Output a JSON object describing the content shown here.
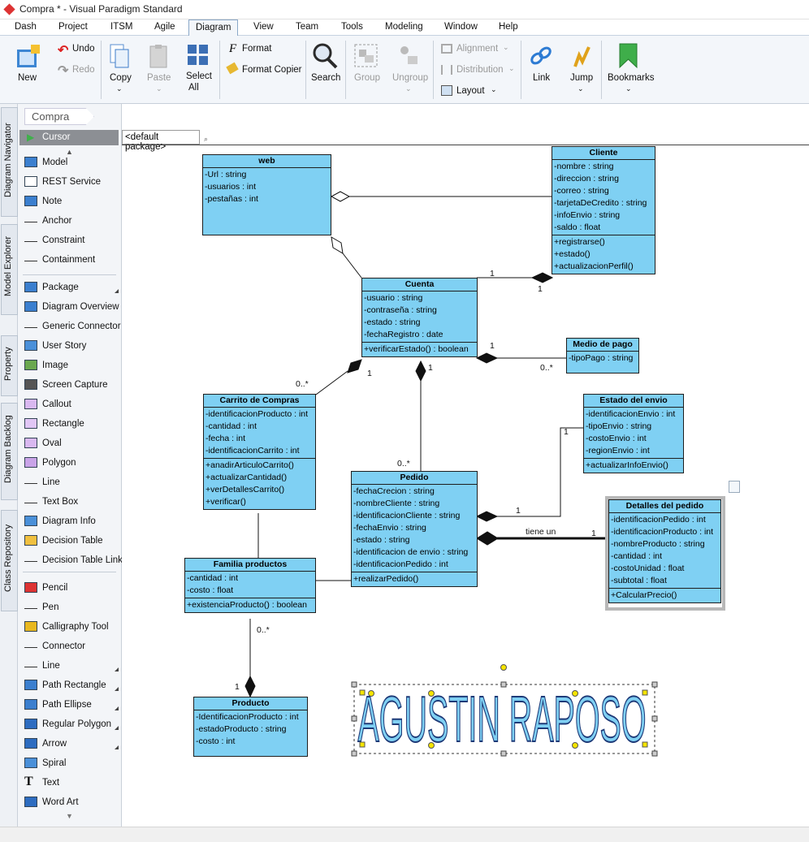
{
  "window": {
    "title": "Compra * - Visual Paradigm Standard"
  },
  "menu": [
    "Dash",
    "Project",
    "ITSM",
    "Agile",
    "Diagram",
    "View",
    "Team",
    "Tools",
    "Modeling",
    "Window",
    "Help"
  ],
  "ribbon": {
    "new": "New",
    "undo": "Undo",
    "redo": "Redo",
    "copy": "Copy",
    "paste": "Paste",
    "select_all_1": "Select",
    "select_all_2": "All",
    "format": "Format",
    "format_copier": "Format Copier",
    "search": "Search",
    "group": "Group",
    "ungroup": "Ungroup",
    "alignment": "Alignment",
    "distribution": "Distribution",
    "layout": "Layout",
    "link": "Link",
    "jump": "Jump",
    "bookmarks": "Bookmarks"
  },
  "sidetabs": [
    "Diagram Navigator",
    "Model Explorer",
    "Property",
    "Diagram Backlog",
    "Class Repository"
  ],
  "breadcrumb": "Compra",
  "palette": {
    "cursor": "Cursor",
    "items": [
      "Model",
      "REST Service",
      "Note",
      "Anchor",
      "Constraint",
      "Containment",
      "Package",
      "Diagram Overview",
      "Generic Connector",
      "User Story",
      "Image",
      "Screen Capture",
      "Callout",
      "Rectangle",
      "Oval",
      "Polygon",
      "Line",
      "Text Box",
      "Diagram Info",
      "Decision Table",
      "Decision Table Link",
      "Pencil",
      "Pen",
      "Calligraphy Tool",
      "Connector",
      "Line",
      "Path Rectangle",
      "Path Ellipse",
      "Regular Polygon",
      "Arrow",
      "Spiral",
      "Text",
      "Word Art"
    ]
  },
  "package": "<default package>",
  "classes": {
    "web": {
      "name": "web",
      "attrs": [
        "-Url : string",
        "-usuarios : int",
        "-pestañas : int"
      ],
      "ops": []
    },
    "cliente": {
      "name": "Cliente",
      "attrs": [
        "-nombre : string",
        "-direccion : string",
        "-correo : string",
        "-tarjetaDeCredito : string",
        "-infoEnvio : string",
        "-saldo : float"
      ],
      "ops": [
        "+registrarse()",
        "+estado()",
        "+actualizacionPerfil()"
      ]
    },
    "cuenta": {
      "name": "Cuenta",
      "attrs": [
        "-usuario : string",
        "-contraseña : string",
        "-estado : string",
        "-fechaRegistro : date"
      ],
      "ops": [
        "+verificarEstado() : boolean"
      ]
    },
    "medio": {
      "name": "Medio de pago",
      "attrs": [
        "-tipoPago : string"
      ],
      "ops": []
    },
    "carrito": {
      "name": "Carrito de Compras",
      "attrs": [
        "-identificacionProducto : int",
        "-cantidad : int",
        "-fecha : int",
        "-identificacionCarrito : int"
      ],
      "ops": [
        "+anadirArticuloCarrito()",
        "+actualizarCantidad()",
        "+verDetallesCarrito()",
        "+verificar()"
      ]
    },
    "estado": {
      "name": "Estado del envio",
      "attrs": [
        "-identificacionEnvio : int",
        "-tipoEnvio : string",
        "-costoEnvio : int",
        "-regionEnvio : int"
      ],
      "ops": [
        "+actualizarInfoEnvio()"
      ]
    },
    "pedido": {
      "name": "Pedido",
      "attrs": [
        "-fechaCrecion : string",
        "-nombreCliente : string",
        "-identificacionCliente : string",
        "-fechaEnvio : string",
        "-estado : string",
        "-identificacion de envio : string",
        "-identificacionPedido : int"
      ],
      "ops": [
        "+realizarPedido()"
      ]
    },
    "detalles": {
      "name": "Detalles del pedido",
      "attrs": [
        "-identificacionPedido : int",
        "-identificacionProducto : int",
        "-nombreProducto : string",
        "-cantidad : int",
        "-costoUnidad : float",
        "-subtotal : float"
      ],
      "ops": [
        "+CalcularPrecio()"
      ]
    },
    "familia": {
      "name": "Familia productos",
      "attrs": [
        "-cantidad : int",
        "-costo : float"
      ],
      "ops": [
        "+existenciaProducto() : boolean"
      ]
    },
    "producto": {
      "name": "Producto",
      "attrs": [
        "-IdentificacionProducto : int",
        "-estadoProducto : string",
        "-costo : int"
      ],
      "ops": []
    }
  },
  "labels": {
    "cli_cue_1": "1",
    "cli_cue_2": "1",
    "cue_medio_1": "1",
    "cue_medio_2": "0..*",
    "cue_car_1": "1",
    "cue_car_2": "0..*",
    "cue_ped_1": "1",
    "cue_ped_2": "0..*",
    "ped_est_1": "1",
    "ped_est_2": "1",
    "ped_det_name": "tiene un",
    "ped_det_1": "1",
    "fam_prod_1": "0..*",
    "fam_prod_2": "1"
  },
  "wordart": "AGUSTIN RAPOSO",
  "colors": {
    "class_fill": "#7fd0f3",
    "selection": "#f5e400"
  }
}
